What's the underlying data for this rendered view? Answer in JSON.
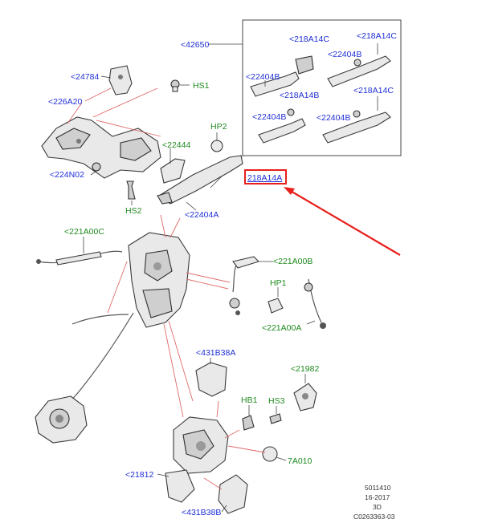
{
  "colors": {
    "ref_blue": "#1f2fd6",
    "ref_green": "#1e8a1e",
    "highlight_red": "#e8201c",
    "red_leader": "#e06a6a"
  },
  "callouts": {
    "c42650": "<42650",
    "c218A14C_1": "<218A14C",
    "c218A14C_2": "<218A14C",
    "c22404B_1": "<22404B",
    "c22404B_2": "<22404B",
    "c218A14B": "<218A14B",
    "c218A14C_3": "<218A14C",
    "c22404B_3": "<22404B",
    "c22404B_4": "<22404B",
    "c24784": "<24784",
    "cHS1": "HS1",
    "c226A20": "<226A20",
    "cHP2": "HP2",
    "c22444": "<22444",
    "c224N02": "<224N02",
    "c218A14A": "218A14A",
    "cHS2": "HS2",
    "c22404A": "<22404A",
    "c221A00C": "<221A00C",
    "c221A00B": "<221A00B",
    "cHP1": "HP1",
    "c221A00A": "<221A00A",
    "c431B38A": "<431B38A",
    "c21982": "<21982",
    "cHB1": "HB1",
    "cHS3": "HS3",
    "c7A010": "7A010",
    "c21812": "<21812",
    "c431B38B": "<431B38B"
  },
  "footer": {
    "code": "5011410",
    "date": "16-2017",
    "view": "3D",
    "ref": "C0263363-03"
  }
}
